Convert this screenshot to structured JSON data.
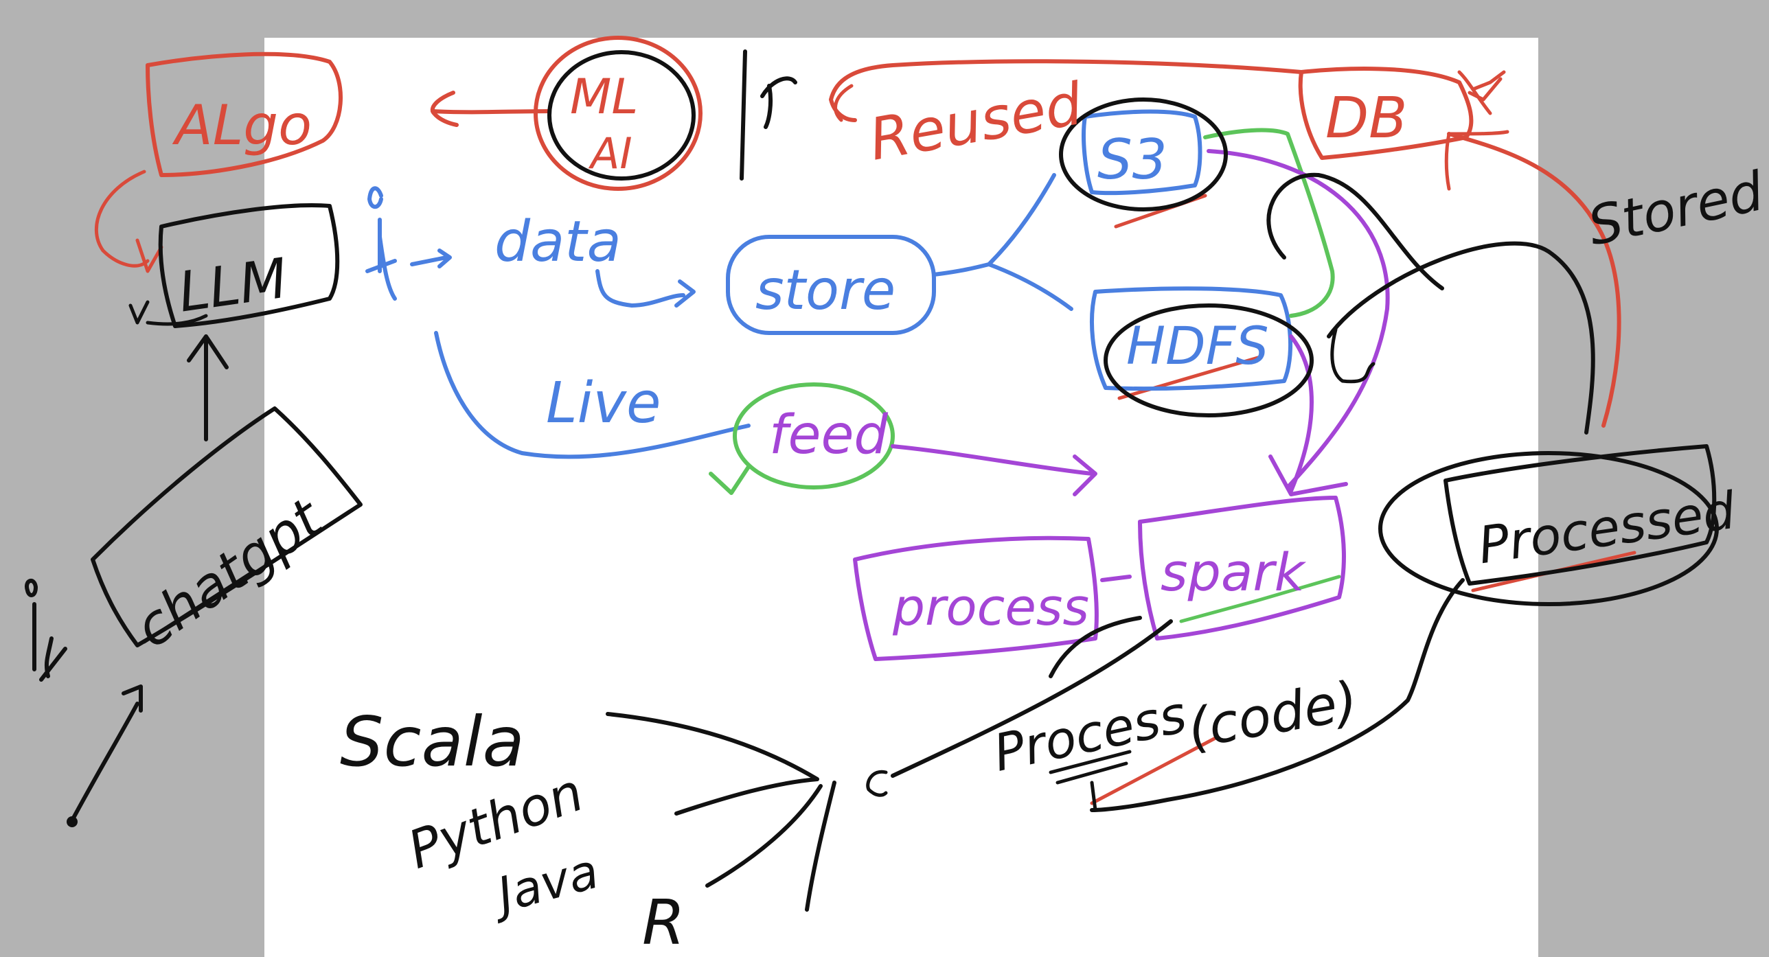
{
  "colors": {
    "background": "#b3b3b3",
    "paper": "#ffffff",
    "red": "#d94a3a",
    "black": "#111111",
    "blue": "#4a7fe0",
    "purple": "#a445d6",
    "green": "#5cc45a"
  },
  "labels": {
    "algo": "ALgo",
    "llm": "LLM",
    "chatgpt": "chatgpt",
    "ml": "ML",
    "ai": "AI",
    "reused": "Reused",
    "db": "DB",
    "data": "data",
    "store": "store",
    "s3": "S3",
    "hdfs": "HDFS",
    "live": "Live",
    "feed": "feed",
    "stored": "Stored",
    "process_box": "process",
    "spark": "spark",
    "processed": "Processed",
    "scala": "Scala",
    "python": "Python",
    "java": "Java",
    "r": "R",
    "process_code": "Process",
    "code": "(code)"
  }
}
